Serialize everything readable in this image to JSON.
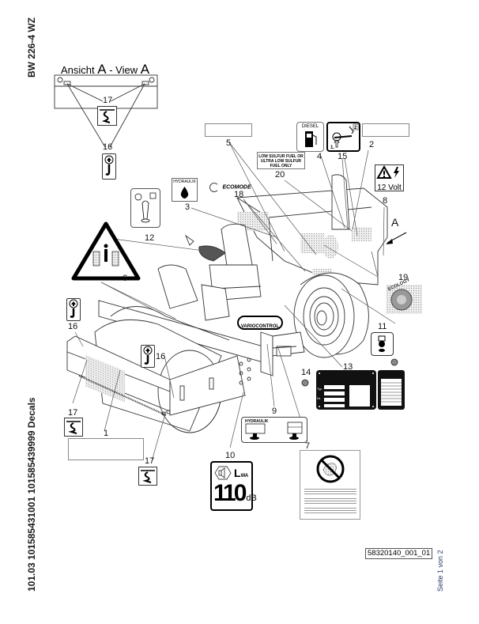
{
  "document": {
    "model_title": "BW 226-4 WZ",
    "part_numbers_title": "101.03 101585431001 101585439999 Decals",
    "drawing_id": "58320140_001_01",
    "page_indicator": "Seite 1 von 2"
  },
  "view_a": {
    "title_prefix": "Ansicht ",
    "title_letter1": "A",
    "title_mid": " - View ",
    "title_letter2": "A",
    "callouts": [
      "17",
      "16"
    ]
  },
  "callouts": {
    "c1": "1",
    "c2": "2",
    "c3": "3",
    "c4": "4",
    "c5": "5",
    "c6": "6",
    "c7": "7",
    "c8": "8",
    "c9": "9",
    "c10": "10",
    "c11": "11",
    "c12": "12",
    "c13": "13",
    "c14": "14",
    "c15": "15",
    "c16a": "16",
    "c16b": "16",
    "c17a": "17",
    "c17b": "17",
    "c18": "18",
    "c19": "19",
    "c20": "20",
    "view_arrow": "A"
  },
  "decals": {
    "diesel_label": "DIESEL",
    "fuel_notice": [
      "LOW SULFUR FUEL OR",
      "ULTRA LOW SULFUR",
      "FUEL ONLY"
    ],
    "hydraulik_label": "HYDRAULIK",
    "ecomode_label": "ECOMODE",
    "volt_label": "12 Volt",
    "ecology_label": "ECOLOGY",
    "variocontrol_label": "VARIOCONTROL",
    "hydraulik_level_label": "HYDRAULIK",
    "sound_lwa_main": "L",
    "sound_lwa_sub": "WA",
    "sound_value": "110",
    "sound_unit": "dB",
    "step_labels": [
      "1.",
      "2"
    ]
  },
  "type_plate": {
    "left_labels": [
      "Typ",
      "Nr."
    ],
    "right_lines": [
      "MAX. WEIGHT",
      "MAX. WEIGHT",
      "STATIC LOAD"
    ]
  }
}
